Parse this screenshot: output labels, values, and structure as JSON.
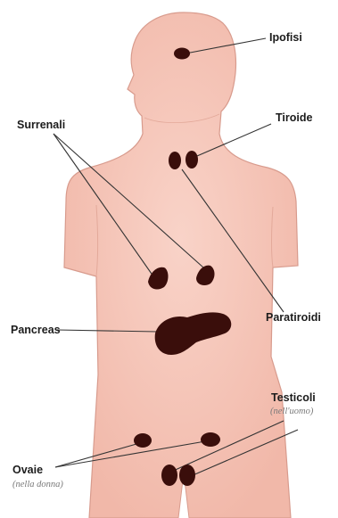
{
  "labels": {
    "ipofisi": "Ipofisi",
    "tiroide": "Tiroide",
    "surrenali": "Surrenali",
    "paratiroidi": "Paratiroidi",
    "pancreas": "Pancreas",
    "testicoli": "Testicoli",
    "testicoli_note": "(nell'uomo)",
    "ovaie": "Ovaie",
    "ovaie_note": "(nella donna)"
  },
  "colors": {
    "skin": "#f7c9bd",
    "skin_outline": "#d89b8d",
    "organ": "#3a0e0b",
    "leader_line": "#333333"
  }
}
